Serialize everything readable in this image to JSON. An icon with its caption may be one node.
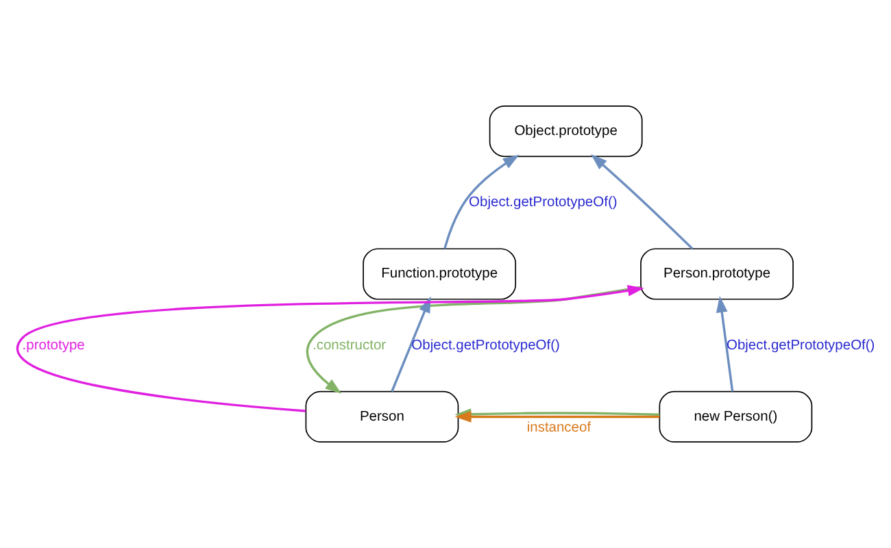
{
  "diagram": {
    "nodes": [
      {
        "text": [
          "Object.prototype"
        ]
      },
      {
        "text": [
          "Function.prototype"
        ]
      },
      {
        "text": [
          "Person.prototype"
        ]
      },
      {
        "text": [
          "Person"
        ]
      },
      {
        "text": [
          "new Person()"
        ]
      }
    ],
    "edges": [
      {
        "from": 1,
        "to": 0,
        "arrow": "to",
        "label": "Object.getPrototypeOf()"
      },
      {
        "from": 2,
        "to": 0,
        "arrow": "to"
      },
      {
        "from": 3,
        "to": 1,
        "arrow": "to",
        "label": "Object.getPrototypeOf()"
      },
      {
        "from": 4,
        "to": 2,
        "arrow": "to",
        "label": "Object.getPrototypeOf()"
      },
      {
        "from": 3,
        "to": 2,
        "arrow": "to",
        "label": ".prototype",
        "color": "#e020e0"
      },
      {
        "from": 2,
        "to": 3,
        "arrow": "to",
        "label": ".constructor",
        "color": "#82b366"
      },
      {
        "from": 4,
        "to": 3,
        "arrow": "to",
        "color": "#82b366"
      },
      {
        "from": 4,
        "to": 3,
        "arrow": "to",
        "label": "instanceof",
        "color": "#d87a1c"
      }
    ]
  }
}
